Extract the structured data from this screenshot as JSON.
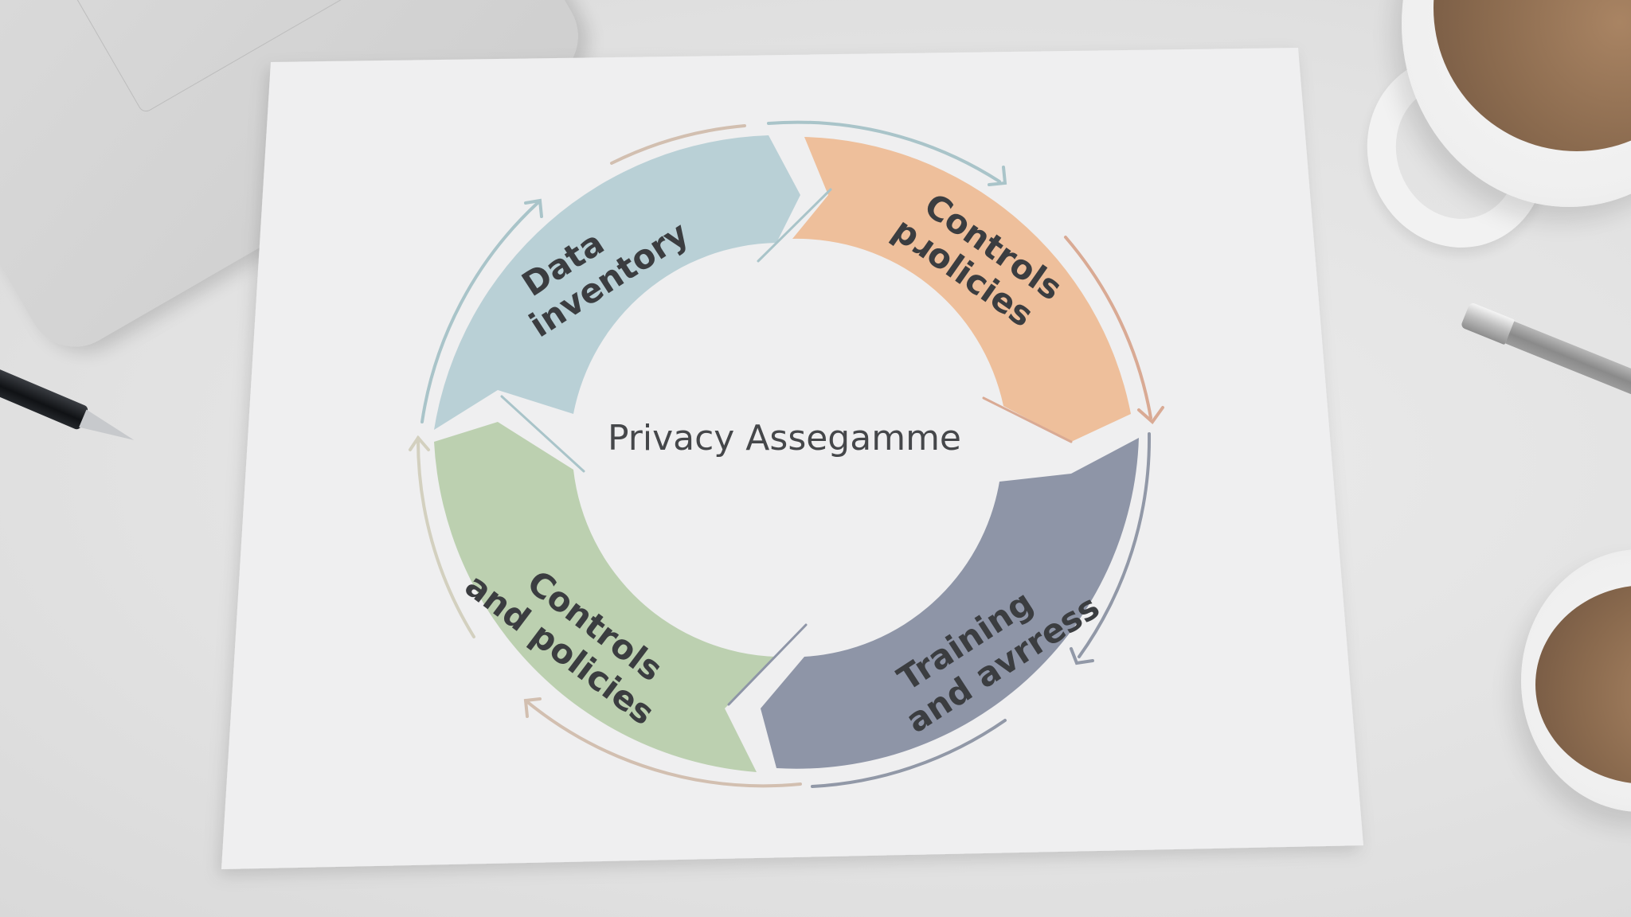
{
  "diagram": {
    "title": "Privacy Assegamme",
    "type": "cycle",
    "segments": [
      {
        "id": "data-inventory",
        "line1": "Data",
        "line2": "inventory",
        "color": "#b9d0d6",
        "arrow_color": "#a9c4c9"
      },
      {
        "id": "controls-policies-top",
        "line1": "Controls",
        "line2": "pɹolicies",
        "color": "#eebf9b",
        "arrow_color": "#d9aa94"
      },
      {
        "id": "training-awareness",
        "line1": "Training",
        "line2": "and avrress",
        "color": "#8e95a7",
        "arrow_color": "#9198a7"
      },
      {
        "id": "controls-policies-bottom",
        "line1": "Controls",
        "line2": "and policies",
        "color": "#bcd0b0",
        "arrow_color": "#d2bfb0"
      }
    ]
  },
  "scene": {
    "objects": [
      "laptop",
      "black-pen",
      "silver-pen",
      "coffee-cup-top-right",
      "coffee-cup-bottom-right",
      "paper-sheet"
    ],
    "colors": {
      "desk": "#e4e4e4",
      "paper": "#efeff0",
      "text": "#3b3d40",
      "coffee": "#8a6a4e"
    }
  }
}
